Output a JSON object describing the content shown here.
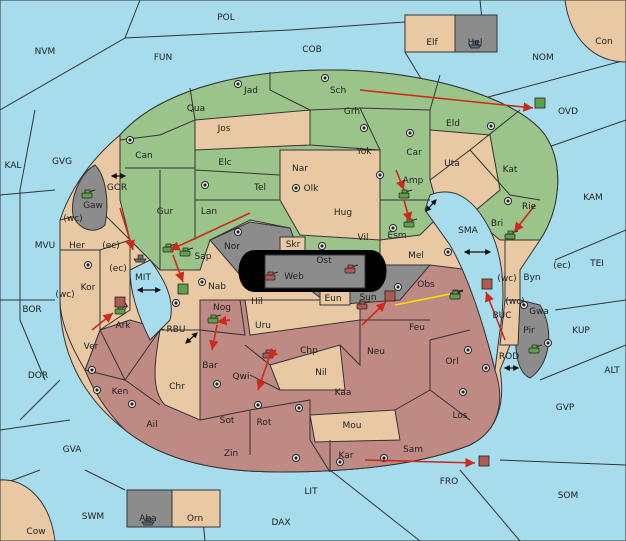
{
  "colors": {
    "sea": "#a7dcec",
    "green_power": "#9bc48a",
    "red_power": "#c08a84",
    "neutral": "#e9c9a3",
    "grey_power": "#8c8c8c",
    "move_arrow": "#cc2a1a",
    "support_arrow": "#f2e600"
  },
  "sea_labels": [
    {
      "id": "pol",
      "text": "POL"
    },
    {
      "id": "cob",
      "text": "COB"
    },
    {
      "id": "nvm",
      "text": "NVM"
    },
    {
      "id": "fun",
      "text": "FUN"
    },
    {
      "id": "nom",
      "text": "NOM"
    },
    {
      "id": "con",
      "text": "Con"
    },
    {
      "id": "kal",
      "text": "KAL"
    },
    {
      "id": "gvg",
      "text": "GVG"
    },
    {
      "id": "gor",
      "text": "GOR"
    },
    {
      "id": "mvu",
      "text": "MVU"
    },
    {
      "id": "mit",
      "text": "MIT"
    },
    {
      "id": "bor",
      "text": "BOR"
    },
    {
      "id": "rbu",
      "text": "RBU"
    },
    {
      "id": "dor",
      "text": "DOR"
    },
    {
      "id": "gva",
      "text": "GVA"
    },
    {
      "id": "swm",
      "text": "SWM"
    },
    {
      "id": "cow",
      "text": "Cow"
    },
    {
      "id": "dax",
      "text": "DAX"
    },
    {
      "id": "lit",
      "text": "LIT"
    },
    {
      "id": "fro",
      "text": "FRO"
    },
    {
      "id": "som",
      "text": "SOM"
    },
    {
      "id": "gvp",
      "text": "GVP"
    },
    {
      "id": "alt",
      "text": "ALT"
    },
    {
      "id": "kup",
      "text": "KUP"
    },
    {
      "id": "tei",
      "text": "TEI"
    },
    {
      "id": "kam",
      "text": "KAM"
    },
    {
      "id": "ovd",
      "text": "OVD"
    },
    {
      "id": "sma",
      "text": "SMA"
    },
    {
      "id": "bu c",
      "text": "BUC"
    },
    {
      "id": "rod",
      "text": "ROD"
    }
  ],
  "land_labels": [
    {
      "id": "jad",
      "text": "Jad"
    },
    {
      "id": "sch",
      "text": "Sch"
    },
    {
      "id": "qua",
      "text": "Qua"
    },
    {
      "id": "jos",
      "text": "Jos"
    },
    {
      "id": "grh",
      "text": "Grh"
    },
    {
      "id": "eld",
      "text": "Eld"
    },
    {
      "id": "can",
      "text": "Can"
    },
    {
      "id": "yok",
      "text": "Yok"
    },
    {
      "id": "car",
      "text": "Car"
    },
    {
      "id": "uta",
      "text": "Uta"
    },
    {
      "id": "elc",
      "text": "Elc"
    },
    {
      "id": "nar",
      "text": "Nar"
    },
    {
      "id": "kat",
      "text": "Kat"
    },
    {
      "id": "tel",
      "text": "Tel"
    },
    {
      "id": "olk",
      "text": "Olk"
    },
    {
      "id": "amp",
      "text": "Amp"
    },
    {
      "id": "gaw",
      "text": "Gaw"
    },
    {
      "id": "gur",
      "text": "Gur"
    },
    {
      "id": "hug",
      "text": "Hug"
    },
    {
      "id": "lan",
      "text": "Lan"
    },
    {
      "id": "rie",
      "text": "Rie"
    },
    {
      "id": "bri",
      "text": "Bri"
    },
    {
      "id": "esm",
      "text": "Esm"
    },
    {
      "id": "vil",
      "text": "Vil"
    },
    {
      "id": "nor",
      "text": "Nor"
    },
    {
      "id": "her",
      "text": "Her"
    },
    {
      "id": "skr",
      "text": "Skr"
    },
    {
      "id": "ost",
      "text": "Ost"
    },
    {
      "id": "sap",
      "text": "Sap"
    },
    {
      "id": "mel",
      "text": "Mel"
    },
    {
      "id": "web",
      "text": "Web"
    },
    {
      "id": "byn",
      "text": "Byn"
    },
    {
      "id": "kor",
      "text": "Kor"
    },
    {
      "id": "nab",
      "text": "Nab"
    },
    {
      "id": "obs",
      "text": "Obs"
    },
    {
      "id": "gwa",
      "text": "Gwa"
    },
    {
      "id": "eun",
      "text": "Eun"
    },
    {
      "id": "hil",
      "text": "Hil"
    },
    {
      "id": "sun",
      "text": "Sun"
    },
    {
      "id": "ark",
      "text": "Ark"
    },
    {
      "id": "nog",
      "text": "Nog"
    },
    {
      "id": "pir",
      "text": "Pir"
    },
    {
      "id": "uru",
      "text": "Uru"
    },
    {
      "id": "feu",
      "text": "Feu"
    },
    {
      "id": "ver",
      "text": "Ver"
    },
    {
      "id": "bar",
      "text": "Bar"
    },
    {
      "id": "chp",
      "text": "Chp"
    },
    {
      "id": "neu",
      "text": "Neu"
    },
    {
      "id": "qwi",
      "text": "Qwi"
    },
    {
      "id": "orl",
      "text": "Orl"
    },
    {
      "id": "nil",
      "text": "Nil"
    },
    {
      "id": "chr",
      "text": "Chr"
    },
    {
      "id": "ken",
      "text": "Ken"
    },
    {
      "id": "kaa",
      "text": "Kaa"
    },
    {
      "id": "sot",
      "text": "Sot"
    },
    {
      "id": "rot",
      "text": "Rot"
    },
    {
      "id": "ail",
      "text": "Ail"
    },
    {
      "id": "mou",
      "text": "Mou"
    },
    {
      "id": "los",
      "text": "Los"
    },
    {
      "id": "zin",
      "text": "Zin"
    },
    {
      "id": "sam",
      "text": "Sam"
    },
    {
      "id": "kar",
      "text": "Kar"
    },
    {
      "id": "elf",
      "text": "Elf"
    },
    {
      "id": "hel",
      "text": "Hel"
    },
    {
      "id": "aba",
      "text": "Aba"
    },
    {
      "id": "orn",
      "text": "Orn"
    }
  ],
  "coast_labels": [
    {
      "id": "wc1",
      "text": "(wc)"
    },
    {
      "id": "ec1",
      "text": "(ec)"
    },
    {
      "id": "ec2",
      "text": "(ec)"
    },
    {
      "id": "wc2",
      "text": "(wc)"
    },
    {
      "id": "wc3",
      "text": "(wc)"
    },
    {
      "id": "ec3",
      "text": "(ec)"
    },
    {
      "id": "wc4",
      "text": "(wc)"
    }
  ]
}
